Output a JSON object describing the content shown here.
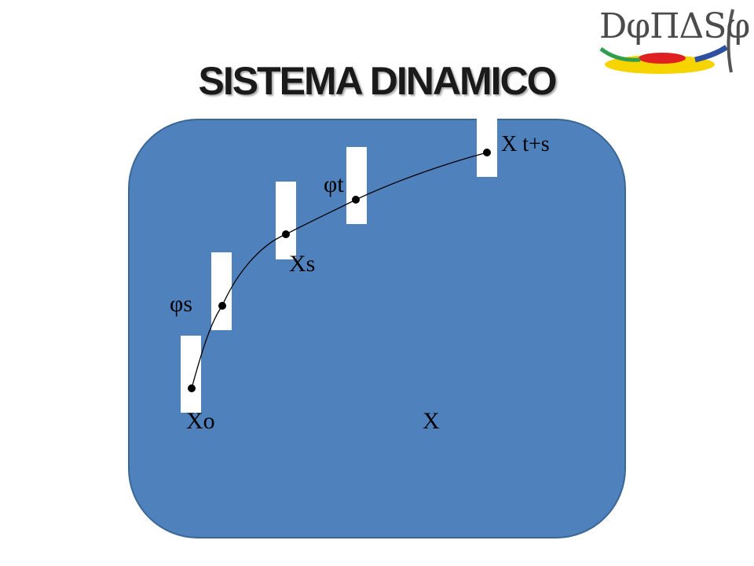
{
  "title": "SISTEMA DINAMICO",
  "logo": {
    "text": "DφΠΔSφ"
  },
  "colors": {
    "space": "#4f81bd",
    "space_border": "#3a6796",
    "fiber": "#ffffff",
    "point": "#000000"
  },
  "labels": {
    "x0": "Xo",
    "xs": "Xs",
    "xts": "X t+s",
    "phi_s": "φs",
    "phi_t": "φt",
    "space": "X"
  }
}
